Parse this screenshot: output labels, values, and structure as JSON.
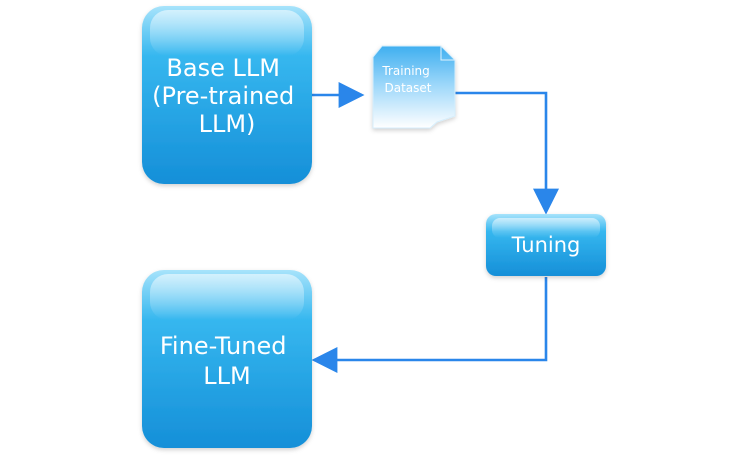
{
  "diagram": {
    "nodes": {
      "base_llm": {
        "lines": [
          "Base LLM",
          "(Pre-trained",
          "LLM)"
        ]
      },
      "training_dataset": {
        "lines": [
          "Training",
          "Dataset"
        ]
      },
      "tuning": {
        "label": "Tuning"
      },
      "fine_tuned_llm": {
        "lines": [
          "Fine-Tuned",
          "LLM"
        ]
      }
    },
    "colors": {
      "box_top": "#a7e3fb",
      "box_mid": "#36b7ef",
      "box_bottom": "#158fd8",
      "doc_top": "#3faff0",
      "doc_bottom": "#ffffff",
      "arrow": "#2a86ea"
    },
    "edges": [
      {
        "from": "Base LLM",
        "to": "Training Dataset"
      },
      {
        "from": "Training Dataset",
        "to": "Tuning"
      },
      {
        "from": "Tuning",
        "to": "Fine-Tuned LLM"
      }
    ]
  }
}
